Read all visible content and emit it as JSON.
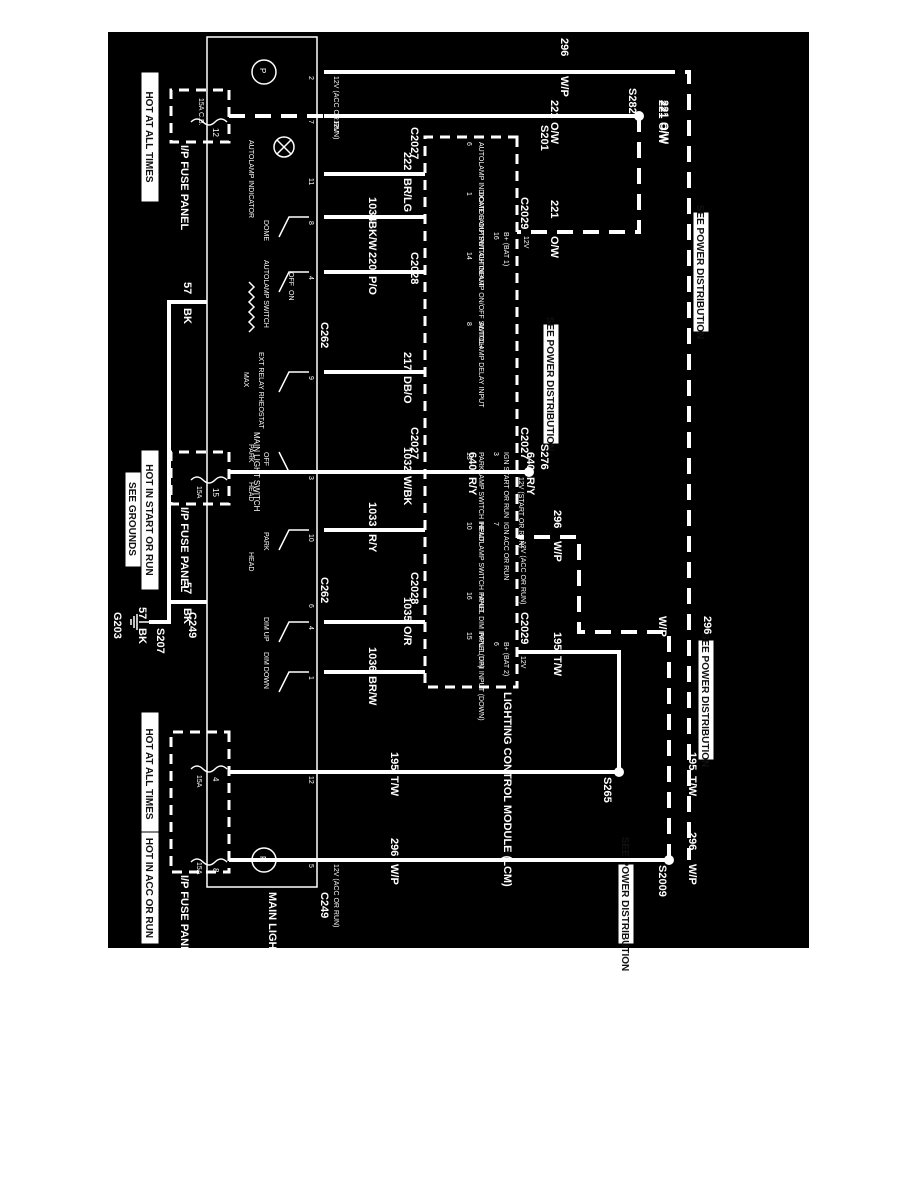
{
  "diagram": {
    "background": "#000000",
    "wire_color": "#ffffff",
    "hot_labels": {
      "at_all_times_1": "HOT AT ALL TIMES",
      "start_or_run": "HOT IN START OR RUN",
      "at_all_times_2": "HOT AT ALL TIMES",
      "acc_or_run": "HOT IN ACC OR RUN"
    },
    "fuse_panel": "I/P FUSE PANEL",
    "fuses": {
      "f1": "12",
      "f1_rating": "15A C.B.",
      "f2": "15",
      "f2_rating": "15A",
      "f3": "4",
      "f3_rating": "15A",
      "f4": "8",
      "f4_rating": "15A"
    },
    "see_power_distribution": "SEE POWER DISTRIBUTION",
    "see_grounds": "SEE GROUNDS",
    "splices": {
      "s282": "S282",
      "s201": "S201",
      "s276": "S276",
      "s265": "S265",
      "s2009": "S2009",
      "s207": "S207"
    },
    "connectors": {
      "c2027a": "C2027",
      "c2029a": "C2029",
      "c2028a": "C2028",
      "c2027b": "C2027",
      "c2028b": "C2028",
      "c2029b": "C2029",
      "c262a": "C262",
      "c262b": "C262",
      "c249a": "C249",
      "c249b": "C249"
    },
    "ground": "G203",
    "circuits": {
      "c296a": "296",
      "c296a_color": "W/P",
      "c221a": "221",
      "c221a_color": "O/W",
      "c221b": "221",
      "c221b_color": "O/W",
      "c221c": "221",
      "c221c_color": "O/W",
      "c221d": "221",
      "c221d_color": "O/W",
      "c640a": "640",
      "c640a_color": "R/Y",
      "c640b": "640",
      "c640b_color": "R/Y",
      "c296b": "296",
      "c296b_color": "W/P",
      "c296c": "296",
      "c296c_color": "W/P",
      "c195a": "195",
      "c195a_color": "T/W",
      "c195b": "195",
      "c195b_color": "T/W",
      "c195c": "195",
      "c195c_color": "T/W",
      "c296d": "296",
      "c296d_color": "W/P",
      "c296e": "296",
      "c296e_color": "W/P",
      "c222": "222",
      "c222_color": "BR/LG",
      "c1034": "1034",
      "c1034_color": "BK/W",
      "c220": "220",
      "c220_color": "P/O",
      "c217": "217",
      "c217_color": "DB/O",
      "c1032": "1032",
      "c1032_color": "W/BK",
      "c1033": "1033",
      "c1033_color": "R/Y",
      "c1035": "1035",
      "c1035_color": "O/R",
      "c1036": "1036",
      "c1036_color": "BR/W",
      "c57a": "57",
      "c57a_color": "BK",
      "c57b": "57",
      "c57b_color": "BK",
      "c57c": "57",
      "c57c_color": "BK"
    },
    "voltages": {
      "v12_acc": "12V (ACC OR RUN)",
      "v12": "12V",
      "v12_start": "12V (START OR RUN)",
      "v12_acc2": "12V (ACC OR RUN)",
      "v12b": "12V",
      "v12c": "12V",
      "v12_acc3": "12V (ACC OR RUN)"
    },
    "lcm": {
      "title": "LIGHTING CONTROL MODULE (LCM)",
      "pins": [
        {
          "name": "AUTOLAMP INDICATOR OUTPUT",
          "num": "6"
        },
        {
          "name": "DOME LAMP SWITCH INPUT",
          "num": "1"
        },
        {
          "name": "B+ (BAT 1)",
          "num": "16"
        },
        {
          "name": "AUTOLAMP ON/OFF SWITCH",
          "num": "14"
        },
        {
          "name": "AUTOLAMP DELAY INPUT",
          "num": "8"
        },
        {
          "name": "IGN START OR RUN",
          "num": "3"
        },
        {
          "name": "PARKLAMP SWITCH INPUT",
          "num": "13"
        },
        {
          "name": "IGN ACC OR RUN",
          "num": "7"
        },
        {
          "name": "HEADLAMP SWITCH INPUT",
          "num": "10"
        },
        {
          "name": "PANEL DIM INPUT (UP)",
          "num": "16"
        },
        {
          "name": "PANEL DIM INPUT (DOWN)",
          "num": "15"
        },
        {
          "name": "B+ (BAT 2)",
          "num": "6"
        }
      ]
    },
    "switch": {
      "main_title": "MAIN LIGHT SWITCH",
      "label": "MAIN LIGHT SWITCH",
      "autolamp_indicator": "AUTOLAMP INDICATOR",
      "dome": "DOME",
      "autolamp_switch": "AUTOLAMP SWITCH",
      "off": "OFF",
      "on": "ON",
      "ext_relay_rheostat": "EXT RELAY RHEOSTAT",
      "max": "MAX",
      "park": "PARK",
      "head": "HEAD",
      "off2": "OFF",
      "park2": "PARK",
      "head2": "HEAD",
      "dim_up": "DIM UP",
      "dim_down": "DIM DOWN",
      "pins": {
        "p2": "2",
        "p7": "7",
        "p11": "11",
        "p8": "8",
        "p4": "4",
        "p9": "9",
        "p3": "3",
        "p10": "10",
        "p6": "6",
        "p1": "1",
        "p12": "12",
        "p5": "5"
      }
    }
  }
}
